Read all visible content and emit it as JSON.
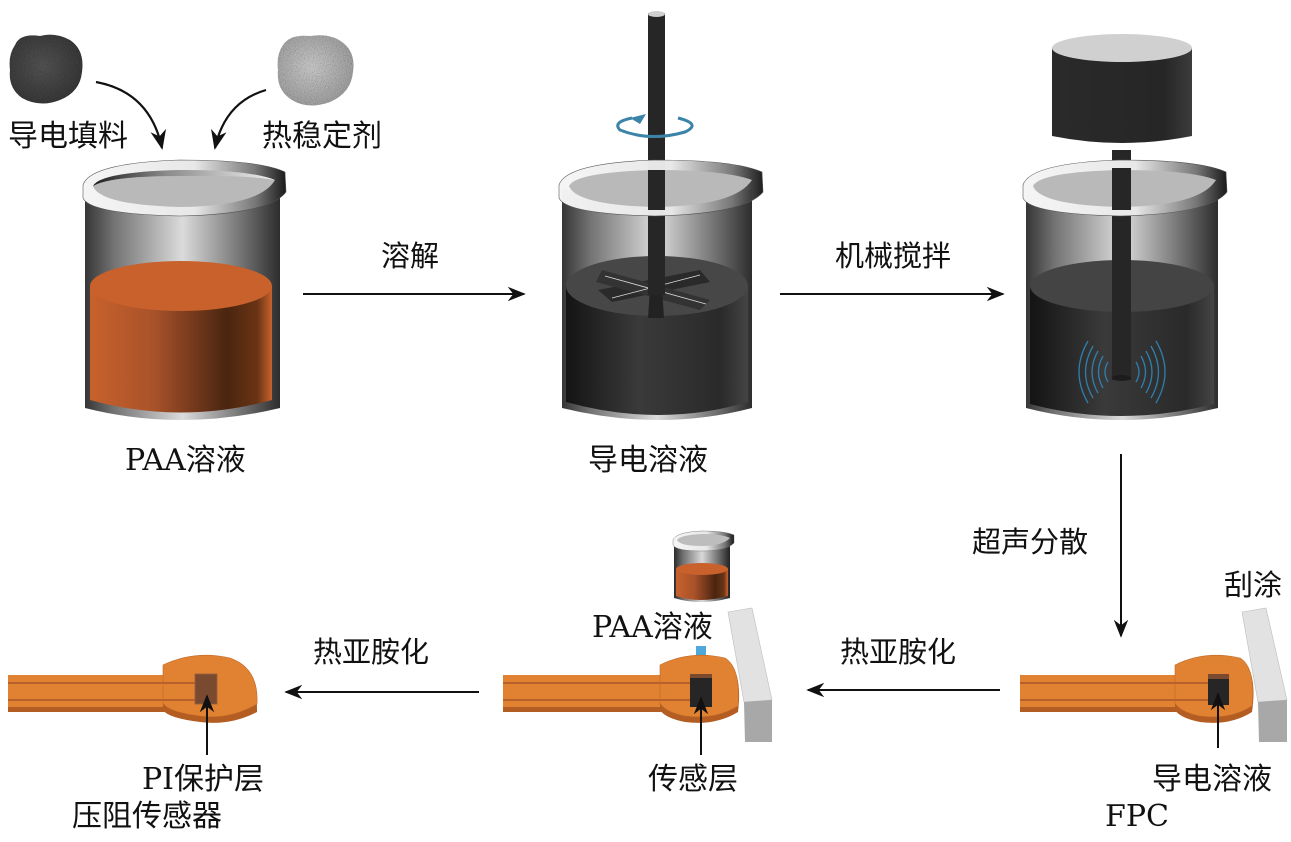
{
  "top_row": {
    "inputs": {
      "conductive_filler": "导电填料",
      "heat_stabilizer": "热稳定剂"
    },
    "beaker1_label": "PAA溶液",
    "step1_label": "溶解",
    "beaker2_label": "导电溶液",
    "step2_label": "机械搅拌"
  },
  "right_column": {
    "step3_label": "超声分散"
  },
  "bottom_row": {
    "fpc_stage": {
      "scrape_label": "刮涂",
      "conductive_solution_label": "导电溶液",
      "fpc_label": "FPC"
    },
    "step4_label": "热亚胺化",
    "coating_stage": {
      "paa_label": "PAA溶液",
      "sensing_layer_label": "传感层"
    },
    "step5_label": "热亚胺化",
    "final_stage": {
      "pi_layer_label": "PI保护层",
      "sensor_label": "压阻传感器"
    }
  },
  "colors": {
    "paa_orange": "#c8612c",
    "fpc_orange": "#e08232",
    "conductive_black": "#2a2a2a",
    "pi_brown": "#7a4a30",
    "rotation_blue": "#3b84a8",
    "drop_arrow_blue": "#4fa8dc"
  }
}
